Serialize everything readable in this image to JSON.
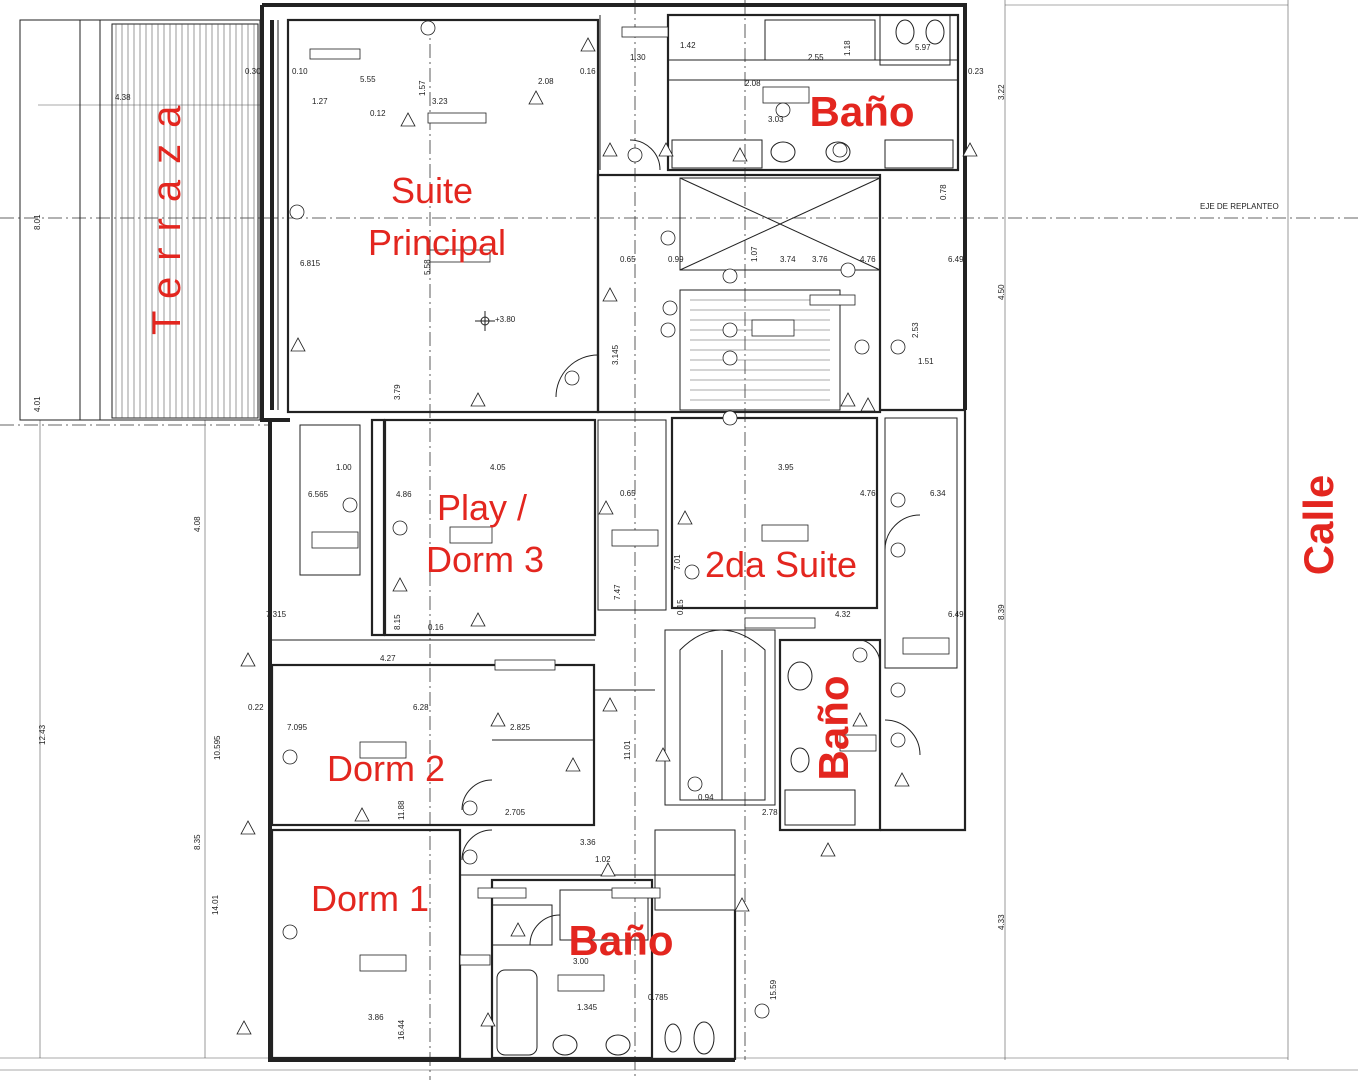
{
  "rooms": {
    "terraza": "Terraza",
    "suite_principal_1": "Suite",
    "suite_principal_2": "Principal",
    "bano_top": "Baño",
    "play_1": "Play /",
    "play_2": "Dorm 3",
    "segunda_suite": "2da Suite",
    "bano_right": "Baño",
    "dorm2": "Dorm 2",
    "dorm1": "Dorm 1",
    "bano_bottom": "Baño",
    "calle": "Calle"
  },
  "annotations": {
    "eje": "EJE DE REPLANTEO",
    "level": "+3.80"
  },
  "dimensions": [
    {
      "t": "4.38"
    },
    {
      "t": "0.30"
    },
    {
      "t": "0.10"
    },
    {
      "t": "1.27"
    },
    {
      "t": "5.55"
    },
    {
      "t": "3.23"
    },
    {
      "t": "1.57"
    },
    {
      "t": "2.08"
    },
    {
      "t": "0.12"
    },
    {
      "t": "0.16"
    },
    {
      "t": "1.30"
    },
    {
      "t": "1.42"
    },
    {
      "t": "2.55"
    },
    {
      "t": "1.18"
    },
    {
      "t": "5.97"
    },
    {
      "t": "0.23"
    },
    {
      "t": "3.22"
    },
    {
      "t": "3.03"
    },
    {
      "t": "2.08"
    },
    {
      "t": "8.01"
    },
    {
      "t": "6.815"
    },
    {
      "t": "5.58"
    },
    {
      "t": "0.65"
    },
    {
      "t": "0.99"
    },
    {
      "t": "3.74"
    },
    {
      "t": "4.76"
    },
    {
      "t": "6.49"
    },
    {
      "t": "1.07"
    },
    {
      "t": "3.76"
    },
    {
      "t": "4.50"
    },
    {
      "t": "2.53"
    },
    {
      "t": "1.51"
    },
    {
      "t": "3.145"
    },
    {
      "t": "3.79"
    },
    {
      "t": "4.01"
    },
    {
      "t": "0.78"
    },
    {
      "t": "1.00"
    },
    {
      "t": "4.05"
    },
    {
      "t": "3.95"
    },
    {
      "t": "6.565"
    },
    {
      "t": "4.86"
    },
    {
      "t": "4.08"
    },
    {
      "t": "0.65"
    },
    {
      "t": "4.76"
    },
    {
      "t": "6.34"
    },
    {
      "t": "7.315"
    },
    {
      "t": "8.15"
    },
    {
      "t": "0.16"
    },
    {
      "t": "4.27"
    },
    {
      "t": "7.47"
    },
    {
      "t": "7.01"
    },
    {
      "t": "4.32"
    },
    {
      "t": "6.49"
    },
    {
      "t": "6.28"
    },
    {
      "t": "0.22"
    },
    {
      "t": "7.095"
    },
    {
      "t": "2.825"
    },
    {
      "t": "10.595"
    },
    {
      "t": "12.43"
    },
    {
      "t": "11.01"
    },
    {
      "t": "2.705"
    },
    {
      "t": "11.88"
    },
    {
      "t": "3.36"
    },
    {
      "t": "1.02"
    },
    {
      "t": "8.35"
    },
    {
      "t": "14.01"
    },
    {
      "t": "3.00"
    },
    {
      "t": "1.345"
    },
    {
      "t": "0.785"
    },
    {
      "t": "3.86"
    },
    {
      "t": "16.44"
    },
    {
      "t": "15.59"
    },
    {
      "t": "4.33"
    },
    {
      "t": "2.78"
    },
    {
      "t": "0.94"
    },
    {
      "t": "8.39"
    },
    {
      "t": "0.15"
    }
  ]
}
